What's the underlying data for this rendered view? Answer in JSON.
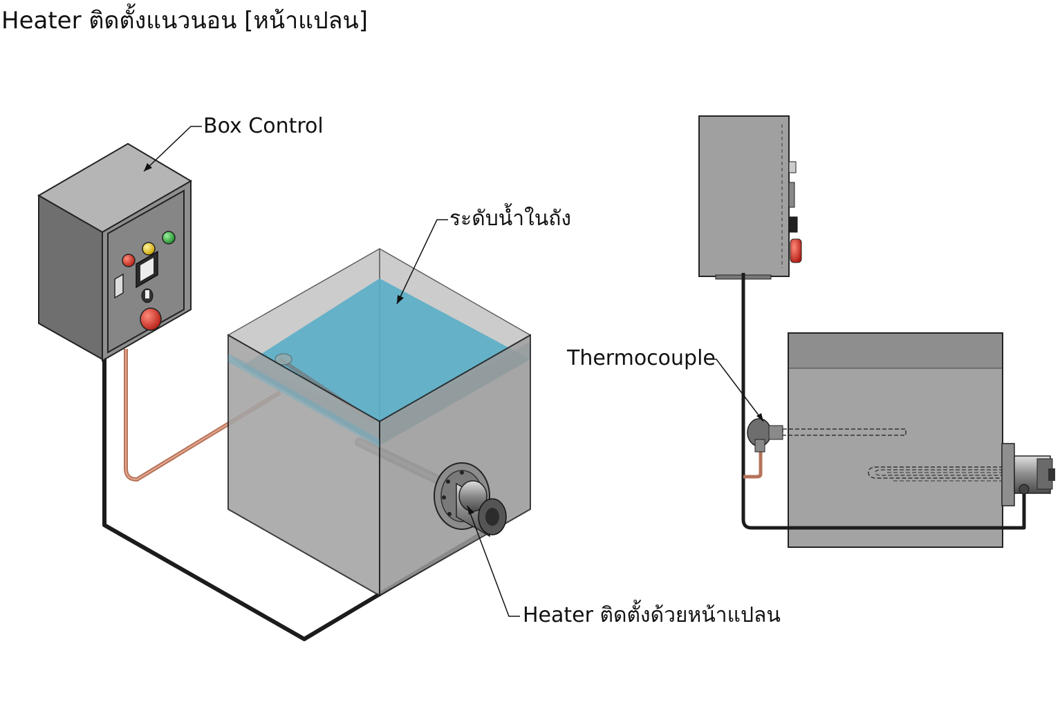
{
  "title": "Heater ติดตั้งแนวนอน [หน้าแปลน]",
  "labels": {
    "box_control": "Box Control",
    "water_level": "ระดับน้ำในถัง",
    "heater_flange": "Heater ติดตั้งด้วยหน้าแปลน",
    "thermocouple": "Thermocouple"
  },
  "colors": {
    "tank_fill": "#a3a3a3",
    "water": "#5aaec8",
    "box": "#8f8f8f",
    "copper_pipe": "#c8876c",
    "cable": "#1c1c1c",
    "indicator_red": "#d23a2a",
    "indicator_yellow": "#e6c21a",
    "indicator_green": "#2fae3a"
  }
}
